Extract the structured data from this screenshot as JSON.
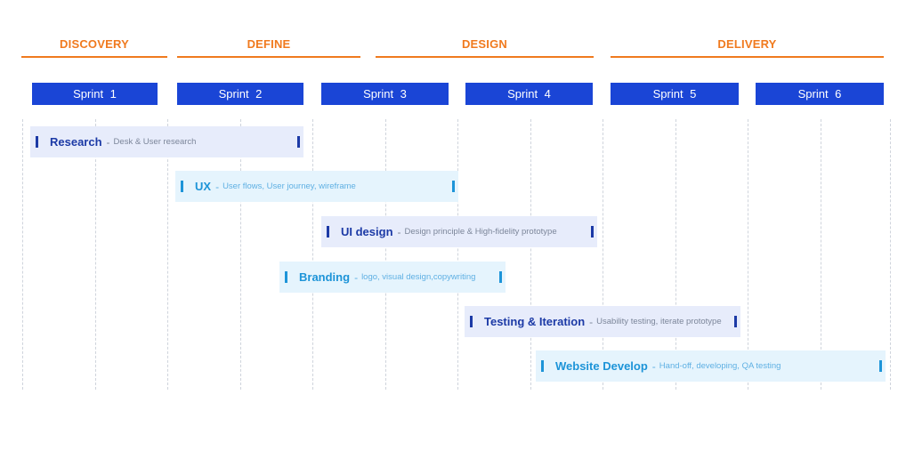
{
  "colors": {
    "phase": "#f07a1e",
    "sprint_bg": "#1a45d6",
    "sprint_text": "#ffffff",
    "task_dark_bg": "#e7ecfb",
    "task_dark_accent": "#1c3aa6",
    "task_light_bg": "#e5f4fd",
    "task_light_accent": "#1d94d8",
    "gridline": "#cfd4dc"
  },
  "phases": [
    {
      "label": "DISCOVERY"
    },
    {
      "label": "DEFINE"
    },
    {
      "label": "DESIGN"
    },
    {
      "label": "DELIVERY"
    }
  ],
  "sprints": [
    {
      "label": "Sprint 1"
    },
    {
      "label": "Sprint 2"
    },
    {
      "label": "Sprint 3"
    },
    {
      "label": "Sprint 4"
    },
    {
      "label": "Sprint 5"
    },
    {
      "label": "Sprint 6"
    }
  ],
  "tasks": [
    {
      "title": "Research",
      "separator": "-",
      "desc": "Desk & User research",
      "style": "dark"
    },
    {
      "title": "UX",
      "separator": "-",
      "desc": "User flows, User journey, wireframe",
      "style": "light"
    },
    {
      "title": "UI design",
      "separator": "-",
      "desc": "Design principle & High-fidelity prototype",
      "style": "dark"
    },
    {
      "title": "Branding",
      "separator": "-",
      "desc": "logo, visual design,copywriting",
      "style": "light"
    },
    {
      "title": "Testing & Iteration",
      "separator": "-",
      "desc": "Usability testing, iterate prototype",
      "style": "dark"
    },
    {
      "title": "Website Develop",
      "separator": "-",
      "desc": "Hand-off, developing, QA testing",
      "style": "light"
    }
  ]
}
